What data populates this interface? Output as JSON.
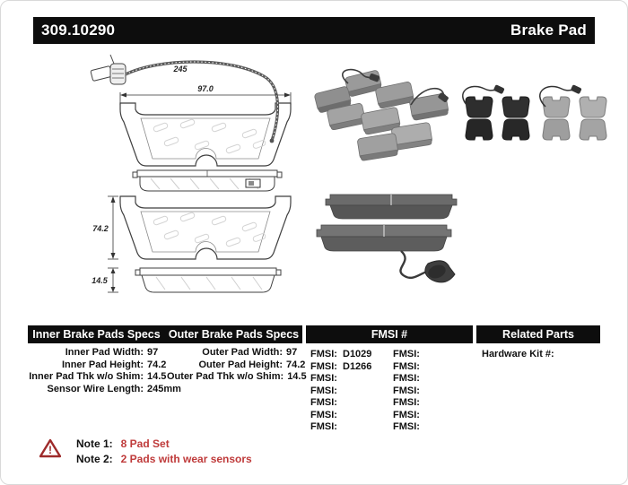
{
  "header": {
    "part_number": "309.10290",
    "product_name": "Brake Pad"
  },
  "diagram": {
    "sensor_wire_length": "245",
    "pad_width": "97.0",
    "pad_height": "74.2",
    "pad_thickness": "14.5"
  },
  "tables": {
    "inner_specs": {
      "title": "Inner Brake Pads Specs",
      "rows": [
        {
          "label": "Inner Pad Width:",
          "value": "97"
        },
        {
          "label": "Inner Pad Height:",
          "value": "74.2"
        },
        {
          "label": "Inner Pad Thk w/o Shim:",
          "value": "14.5"
        },
        {
          "label": "Sensor Wire Length:",
          "value": "245mm"
        }
      ]
    },
    "outer_specs": {
      "title": "Outer Brake Pads Specs",
      "rows": [
        {
          "label": "Outer Pad Width:",
          "value": "97"
        },
        {
          "label": "Outer Pad Height:",
          "value": "74.2"
        },
        {
          "label": "Outer Pad Thk w/o Shim:",
          "value": "14.5"
        }
      ]
    },
    "fmsi": {
      "title": "FMSI #",
      "row_label": "FMSI:",
      "col1_values": [
        "D1029",
        "D1266",
        "",
        "",
        "",
        "",
        ""
      ],
      "col2_values": [
        "",
        "",
        "",
        "",
        "",
        "",
        ""
      ]
    },
    "related_parts": {
      "title": "Related Parts",
      "rows": [
        {
          "label": "Hardware Kit #:",
          "value": ""
        }
      ]
    }
  },
  "notes": {
    "icon": "warning-triangle-icon",
    "items": [
      {
        "label": "Note 1:",
        "text": "8 Pad Set"
      },
      {
        "label": "Note 2:",
        "text": "2 Pads with wear sensors"
      }
    ]
  },
  "colors": {
    "header_bg": "#0d0d0d",
    "header_text": "#ffffff",
    "table_header_bg": "#0d0d0d",
    "note_red": "#bf3a3a",
    "warning_red": "#9e2a2a"
  }
}
